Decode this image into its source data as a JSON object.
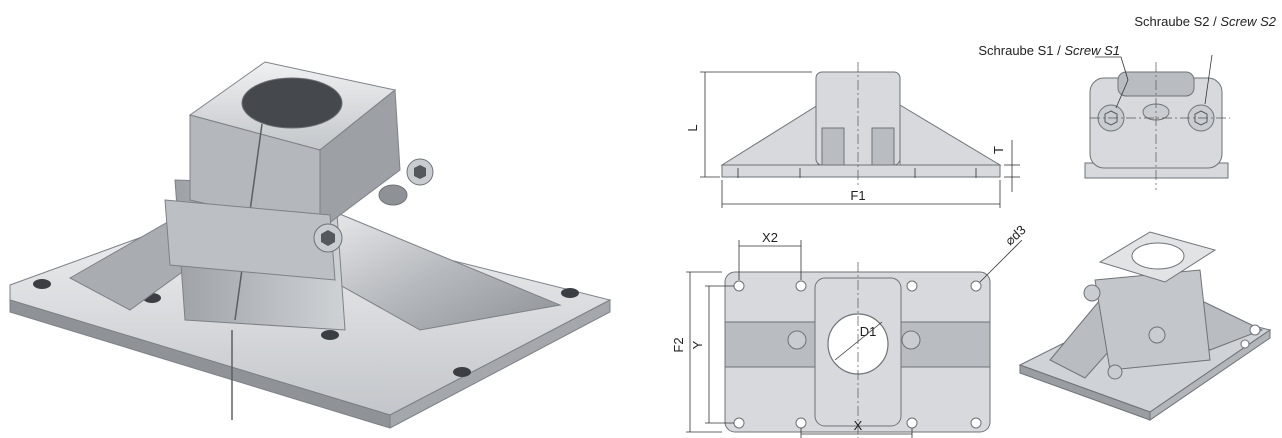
{
  "labels": {
    "screw_s1_de": "Schraube S1 / ",
    "screw_s1_en": "Screw S1",
    "screw_s2_de": "Schraube S2 / ",
    "screw_s2_en": "Screw S2",
    "dim_L": "L",
    "dim_T": "T",
    "dim_F1": "F1",
    "dim_X2": "X2",
    "dim_d3": "d3",
    "dim_F2": "F2",
    "dim_Y": "Y",
    "dim_D1": "D1",
    "dim_X": "X"
  },
  "colors": {
    "metal_light": "#d7d9dc",
    "metal_mid": "#b9bdc2",
    "metal_dark": "#8a8f95",
    "outline": "#6e7378",
    "dimension": "#333333"
  }
}
